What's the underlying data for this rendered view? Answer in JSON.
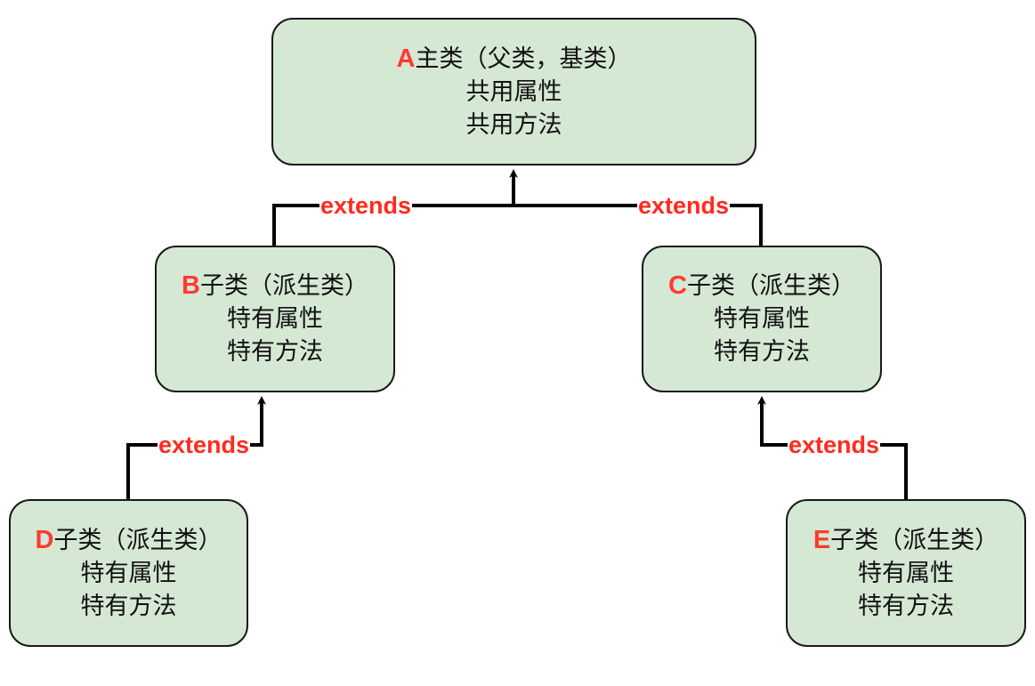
{
  "nodes": {
    "a": {
      "letter": "A",
      "title": "主类（父类，基类）",
      "line2": "共用属性",
      "line3": "共用方法"
    },
    "b": {
      "letter": "B",
      "title": "子类（派生类）",
      "line2": "特有属性",
      "line3": "特有方法"
    },
    "c": {
      "letter": "C",
      "title": "子类（派生类）",
      "line2": "特有属性",
      "line3": "特有方法"
    },
    "d": {
      "letter": "D",
      "title": "子类（派生类）",
      "line2": "特有属性",
      "line3": "特有方法"
    },
    "e": {
      "letter": "E",
      "title": "子类（派生类）",
      "line2": "特有属性",
      "line3": "特有方法"
    }
  },
  "edges": [
    {
      "from": "B",
      "to": "A",
      "label": "extends"
    },
    {
      "from": "C",
      "to": "A",
      "label": "extends"
    },
    {
      "from": "D",
      "to": "B",
      "label": "extends"
    },
    {
      "from": "E",
      "to": "C",
      "label": "extends"
    }
  ],
  "colors": {
    "node_fill": "#d5e8d4",
    "node_border": "#1a1a1a",
    "letter": "#ff3b30",
    "edge_label": "#ff2a1f",
    "connector": "#000000"
  }
}
